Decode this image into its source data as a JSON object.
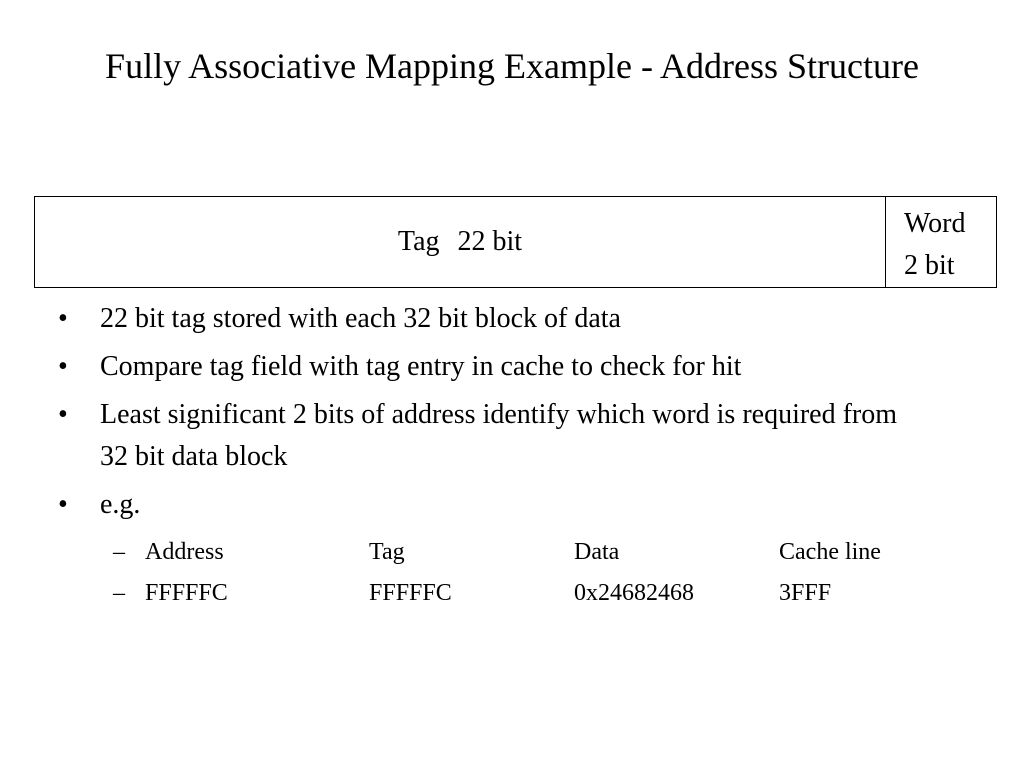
{
  "slide": {
    "title": "Fully Associative Mapping Example - Address Structure",
    "address_structure": {
      "tag_label": "Tag",
      "tag_bits": "22 bit",
      "word_label": "Word",
      "word_bits": "2 bit"
    },
    "bullets": [
      {
        "marker": "•",
        "text": "22 bit tag stored with each 32 bit block of data"
      },
      {
        "marker": "•",
        "text": "Compare tag field with tag entry in cache to check for hit"
      },
      {
        "marker": "•",
        "text": "Least significant 2 bits of address identify which word is required from 32 bit data block"
      },
      {
        "marker": "•",
        "text": "e.g."
      }
    ],
    "example_rows": [
      {
        "marker": "–",
        "cells": [
          "Address",
          "Tag",
          "Data",
          "Cache line"
        ]
      },
      {
        "marker": "–",
        "cells": [
          "FFFFFC",
          "FFFFFC",
          "0x24682468",
          "3FFF"
        ]
      }
    ]
  }
}
